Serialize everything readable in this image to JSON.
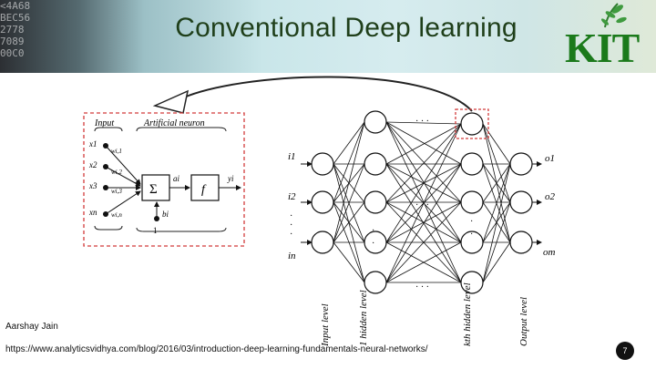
{
  "slide": {
    "title": "Conventional  Deep learning",
    "author": "Aarshay Jain",
    "source_url": "https://www.analyticsvidhya.com/blog/2016/03/introduction-deep-learning-fundamentals-neural-networks/",
    "page_number": "7",
    "logo_text": "KIT",
    "header_codes": [
      "<4A68",
      "BEC56",
      "2778",
      "7089",
      "00C0"
    ]
  },
  "neuron": {
    "input_label": "Input",
    "artificial_neuron_label": "Artificial neuron",
    "inputs": [
      "x1",
      "x2",
      "x3",
      "xn"
    ],
    "weights": [
      "wi,1",
      "wi,2",
      "wi,3",
      "wi,n"
    ],
    "sum_symbol": "Σ",
    "activation_symbol": "f",
    "net_label": "ai",
    "output_label": "yi",
    "bias_label": "bi",
    "bias_value": "1"
  },
  "network": {
    "input_nodes": [
      "i1",
      "i2",
      "in"
    ],
    "output_nodes": [
      "o1",
      "o2",
      "om"
    ],
    "ellipsis": "· · ·",
    "levels": [
      "Input level",
      "1 hidden level",
      "kth hidden level",
      "Output level"
    ]
  }
}
